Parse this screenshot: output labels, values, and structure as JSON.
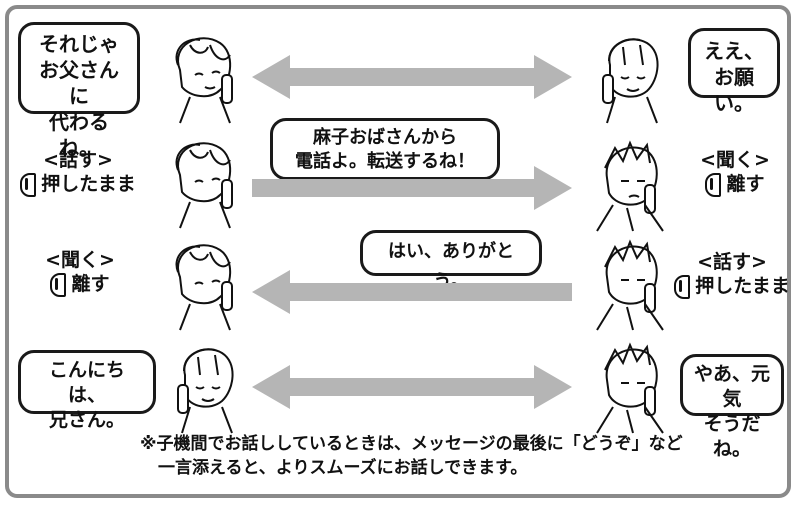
{
  "colors": {
    "frame": "#8a8a8a",
    "arrow": "#b5b5b5",
    "ink": "#111111"
  },
  "row1": {
    "left_bubble": "それじゃ\nお父さんに\n代わるね。",
    "right_bubble": "ええ、\nお願い。"
  },
  "row2": {
    "left_label_title": "<話す>",
    "left_label_action": "押したまま",
    "center_bubble": "麻子おばさんから\n電話よ。転送するね！",
    "right_label_title": "<聞く>",
    "right_label_action": "離す"
  },
  "row3": {
    "left_label_title": "<聞く>",
    "left_label_action": "離す",
    "center_bubble": "はい、ありがとう。",
    "right_label_title": "<話す>",
    "right_label_action": "押したまま"
  },
  "row4": {
    "left_bubble": "こんにちは、\n兄さん。",
    "right_bubble": "やあ、元気\nそうだね。"
  },
  "note": {
    "line1": "※子機間でお話ししているときは、メッセージの最後に「どうぞ」など",
    "line2": "一言添えると、よりスムーズにお話しできます。"
  },
  "icons": {
    "person": "person-on-phone-icon",
    "button": "talk-button-icon"
  }
}
